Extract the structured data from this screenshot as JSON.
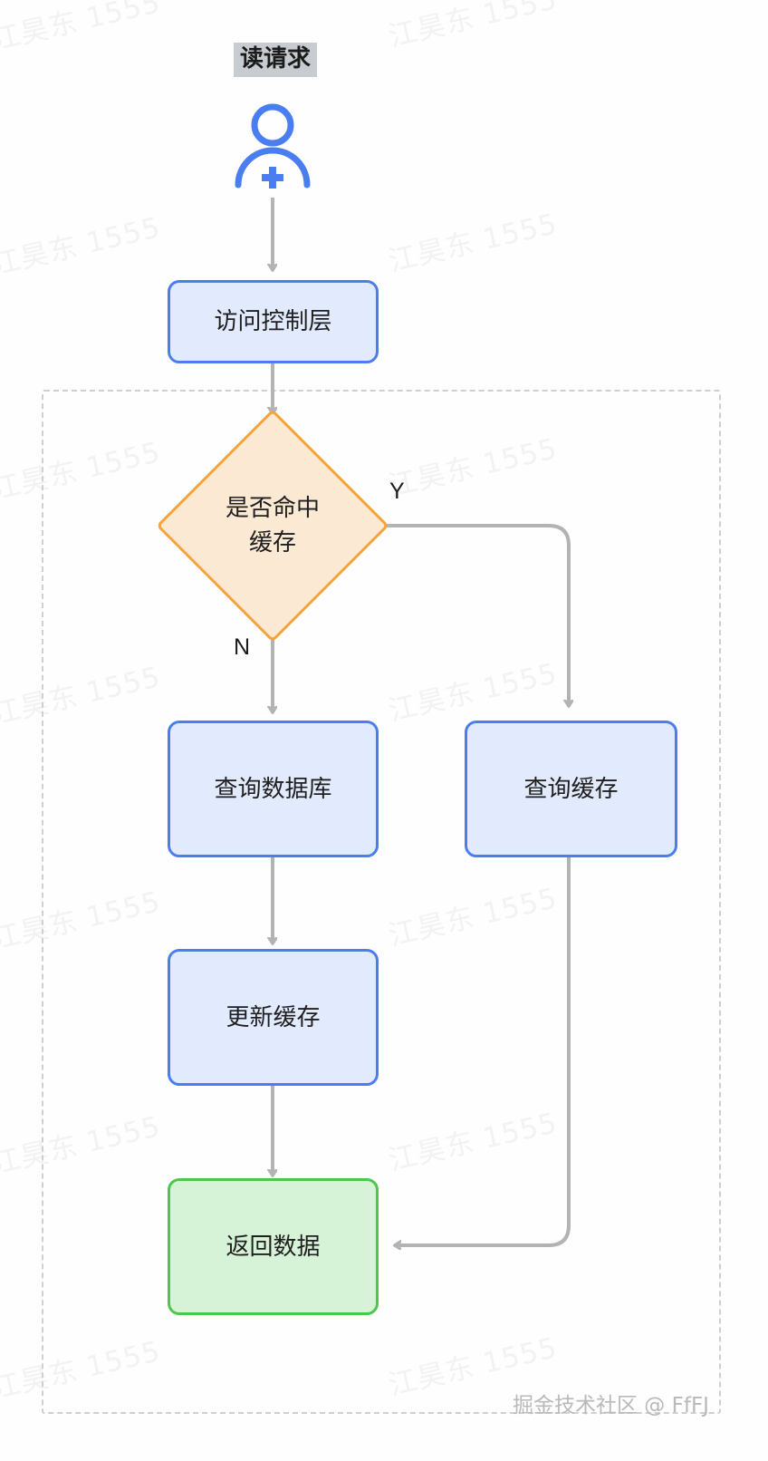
{
  "diagram": {
    "title": "读请求",
    "type": "flowchart",
    "direction": "top-to-bottom",
    "actor_icon": "add-user-icon",
    "nodes": [
      {
        "id": "actor",
        "label": "",
        "shape": "actor",
        "style": "blue-outline"
      },
      {
        "id": "access",
        "label": "访问控制层",
        "shape": "process",
        "style": "blue"
      },
      {
        "id": "decision",
        "label": "是否命中\n缓存",
        "shape": "decision",
        "style": "orange"
      },
      {
        "id": "query-db",
        "label": "查询数据库",
        "shape": "process",
        "style": "blue"
      },
      {
        "id": "query-cache",
        "label": "查询缓存",
        "shape": "process",
        "style": "blue"
      },
      {
        "id": "update-cache",
        "label": "更新缓存",
        "shape": "process",
        "style": "blue"
      },
      {
        "id": "return-data",
        "label": "返回数据",
        "shape": "terminal",
        "style": "green"
      }
    ],
    "edges": [
      {
        "from": "actor",
        "to": "access",
        "label": ""
      },
      {
        "from": "access",
        "to": "decision",
        "label": ""
      },
      {
        "from": "decision",
        "to": "query-cache",
        "label": "Y"
      },
      {
        "from": "decision",
        "to": "query-db",
        "label": "N"
      },
      {
        "from": "query-db",
        "to": "update-cache",
        "label": ""
      },
      {
        "from": "update-cache",
        "to": "return-data",
        "label": ""
      },
      {
        "from": "query-cache",
        "to": "return-data",
        "label": ""
      }
    ],
    "colors": {
      "process_border": "#4a7ef0",
      "process_fill": "#e2eafd",
      "decision_border": "#f5a43c",
      "decision_fill": "#fce9d3",
      "terminal_border": "#4cc64c",
      "terminal_fill": "#d7f3d7",
      "connector": "#b3b3b3",
      "group_border": "#cfcfcf",
      "title_highlight": "#c8ccd0"
    }
  },
  "watermarks": {
    "tiled_text": "江昊东 1555",
    "footer_text": "掘金技术社区 @ FfFJ"
  }
}
